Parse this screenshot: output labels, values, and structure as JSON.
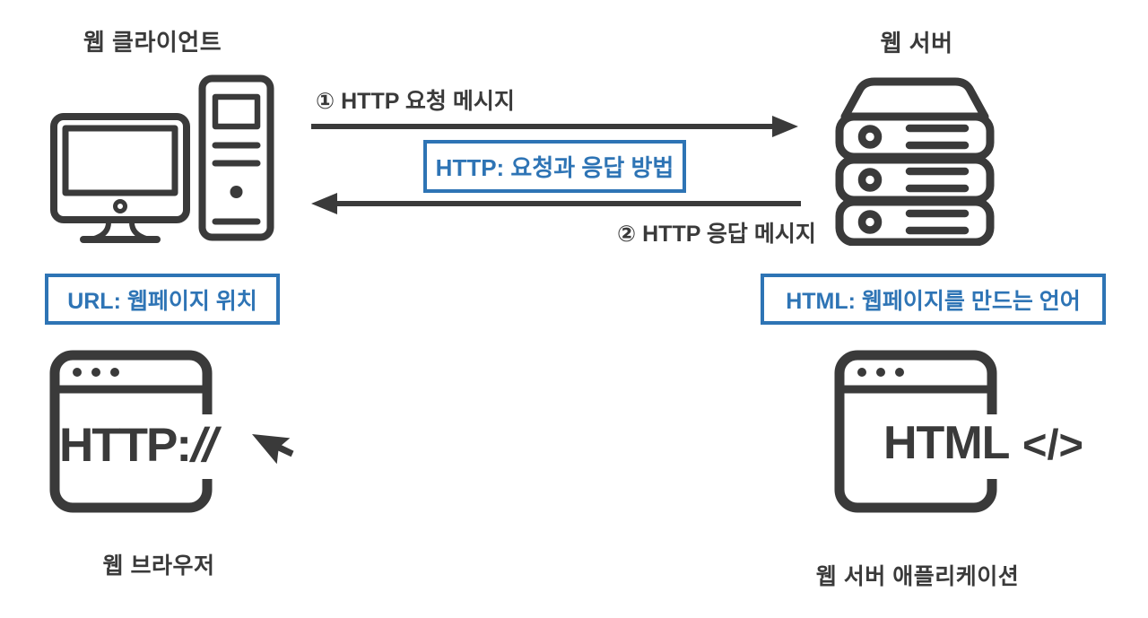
{
  "colors": {
    "ink": "#3a3a3a",
    "accent_blue": "#2e74b5"
  },
  "client": {
    "title": "웹 클라이언트"
  },
  "server": {
    "title": "웹 서버"
  },
  "flow": {
    "request_label": "① HTTP 요청 메시지",
    "response_label": "② HTTP 응답 메시지",
    "http_note": "HTTP: 요청과 응답 방법"
  },
  "notes": {
    "url": "URL: 웹페이지 위치",
    "html": "HTML: 웹페이지를 만드는 언어"
  },
  "browser": {
    "caption": "웹 브라우저",
    "icon_text": "HTTP:",
    "icon_slashes": "//"
  },
  "webapp": {
    "caption": "웹 서버 애플리케이션",
    "icon_text": "HTML",
    "icon_code": "</>"
  }
}
